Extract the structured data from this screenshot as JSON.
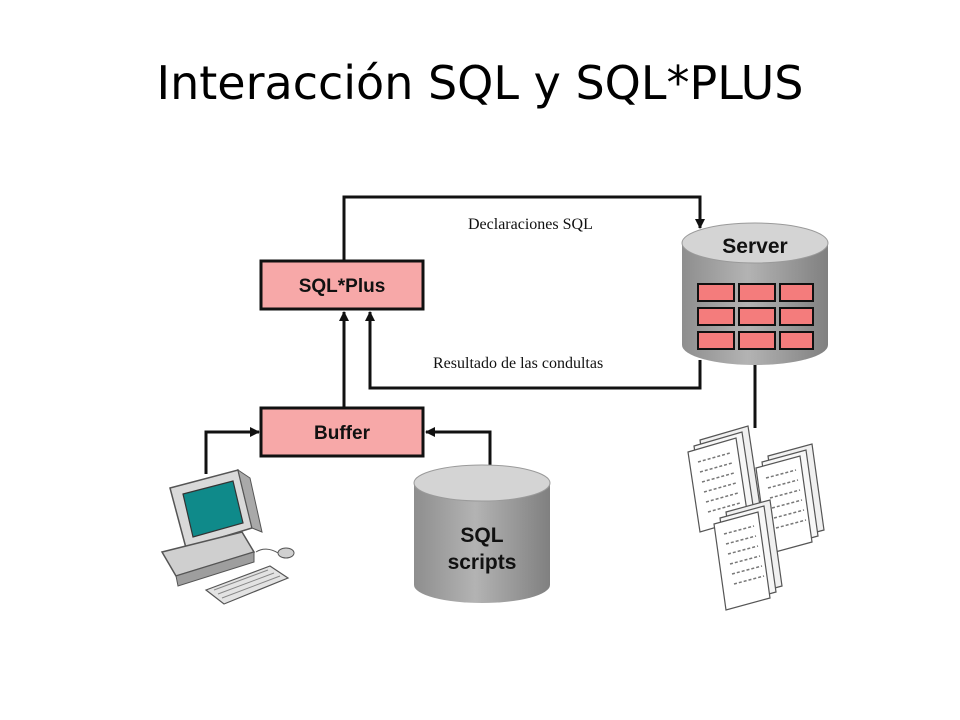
{
  "slide": {
    "title": "Interacción SQL y SQL*PLUS"
  },
  "diagram": {
    "sqlplus_label": "SQL*Plus",
    "buffer_label": "Buffer",
    "server_label": "Server",
    "scripts_label_line1": "SQL",
    "scripts_label_line2": "scripts",
    "edge_statements_label": "Declaraciones SQL",
    "edge_results_label": "Resultado de las condultas"
  },
  "colors": {
    "box_fill": "#f7a8a8",
    "cylinder_fill": "#a6a6a6",
    "cylinder_top": "#d4d4d4",
    "table_cell": "#f47c7c",
    "monitor_screen": "#0f8a8a"
  }
}
